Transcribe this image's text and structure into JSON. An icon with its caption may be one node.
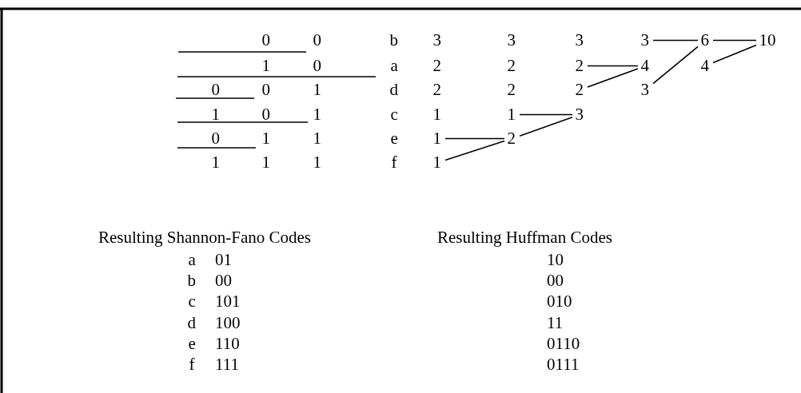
{
  "diagram": {
    "nodes": [
      {
        "text": [
          "3"
        ]
      },
      {
        "text": [
          "6"
        ]
      },
      {
        "text": [
          "10"
        ]
      },
      {
        "text": [
          "2"
        ]
      },
      {
        "text": [
          "4"
        ]
      },
      {
        "text": [
          "4"
        ]
      },
      {
        "text": [
          "2"
        ]
      },
      {
        "text": [
          "3"
        ]
      },
      {
        "text": [
          "1"
        ]
      },
      {
        "text": [
          "3"
        ]
      },
      {
        "text": [
          "1"
        ]
      },
      {
        "text": [
          "2"
        ]
      },
      {
        "text": [
          "1"
        ]
      }
    ],
    "edges": [
      {
        "from": 10,
        "to": 11,
        "arrow": "none"
      },
      {
        "from": 12,
        "to": 11,
        "arrow": "none"
      },
      {
        "from": 8,
        "to": 9,
        "arrow": "none"
      },
      {
        "from": 11,
        "to": 9,
        "arrow": "none"
      },
      {
        "from": 3,
        "to": 4,
        "arrow": "none"
      },
      {
        "from": 6,
        "to": 4,
        "arrow": "none"
      },
      {
        "from": 0,
        "to": 1,
        "arrow": "none"
      },
      {
        "from": 7,
        "to": 1,
        "arrow": "none"
      },
      {
        "from": 1,
        "to": 2,
        "arrow": "none"
      },
      {
        "from": 5,
        "to": 2,
        "arrow": "none"
      }
    ],
    "labels": [
      "0",
      "0",
      "b",
      "3",
      "3",
      "3",
      "1",
      "0",
      "a",
      "2",
      "2",
      "0",
      "0",
      "1",
      "d",
      "2",
      "2",
      "1",
      "0",
      "1",
      "c",
      "1",
      "0",
      "1",
      "1",
      "e",
      "1",
      "1",
      "1",
      "f",
      "Resulting Shannon-Fano Codes",
      "Resulting Huffman Codes",
      "a",
      "01",
      "10",
      "b",
      "00",
      "00",
      "c",
      "101",
      "010",
      "d",
      "100",
      "11",
      "e",
      "110",
      "0110",
      "f",
      "111",
      "0111"
    ]
  }
}
